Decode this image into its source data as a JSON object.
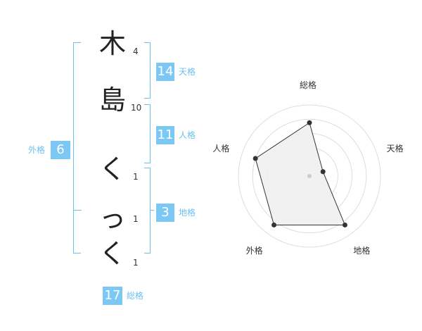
{
  "name": {
    "characters": [
      {
        "char": "木",
        "strokes": "4"
      },
      {
        "char": "島",
        "strokes": "10"
      },
      {
        "char": "く",
        "strokes": "1"
      },
      {
        "char": "っ",
        "strokes": "1"
      },
      {
        "char": "く",
        "strokes": "1"
      }
    ]
  },
  "fortune": {
    "tenkaku": {
      "value": "14",
      "label": "天格"
    },
    "jinkaku": {
      "value": "11",
      "label": "人格"
    },
    "chikaku": {
      "value": "3",
      "label": "地格"
    },
    "gaikaku": {
      "value": "6",
      "label": "外格"
    },
    "soukaku": {
      "value": "17",
      "label": "総格"
    }
  },
  "radar": {
    "axes": [
      "総格",
      "天格",
      "地格",
      "外格",
      "人格"
    ],
    "values": [
      0.75,
      0.2,
      0.85,
      0.85,
      0.8
    ],
    "levels": 5
  },
  "colors": {
    "accent": "#7cc8f4",
    "accent_text": "#6cbff0",
    "radar_fill": "#efefef",
    "radar_grid": "#dddddd"
  }
}
